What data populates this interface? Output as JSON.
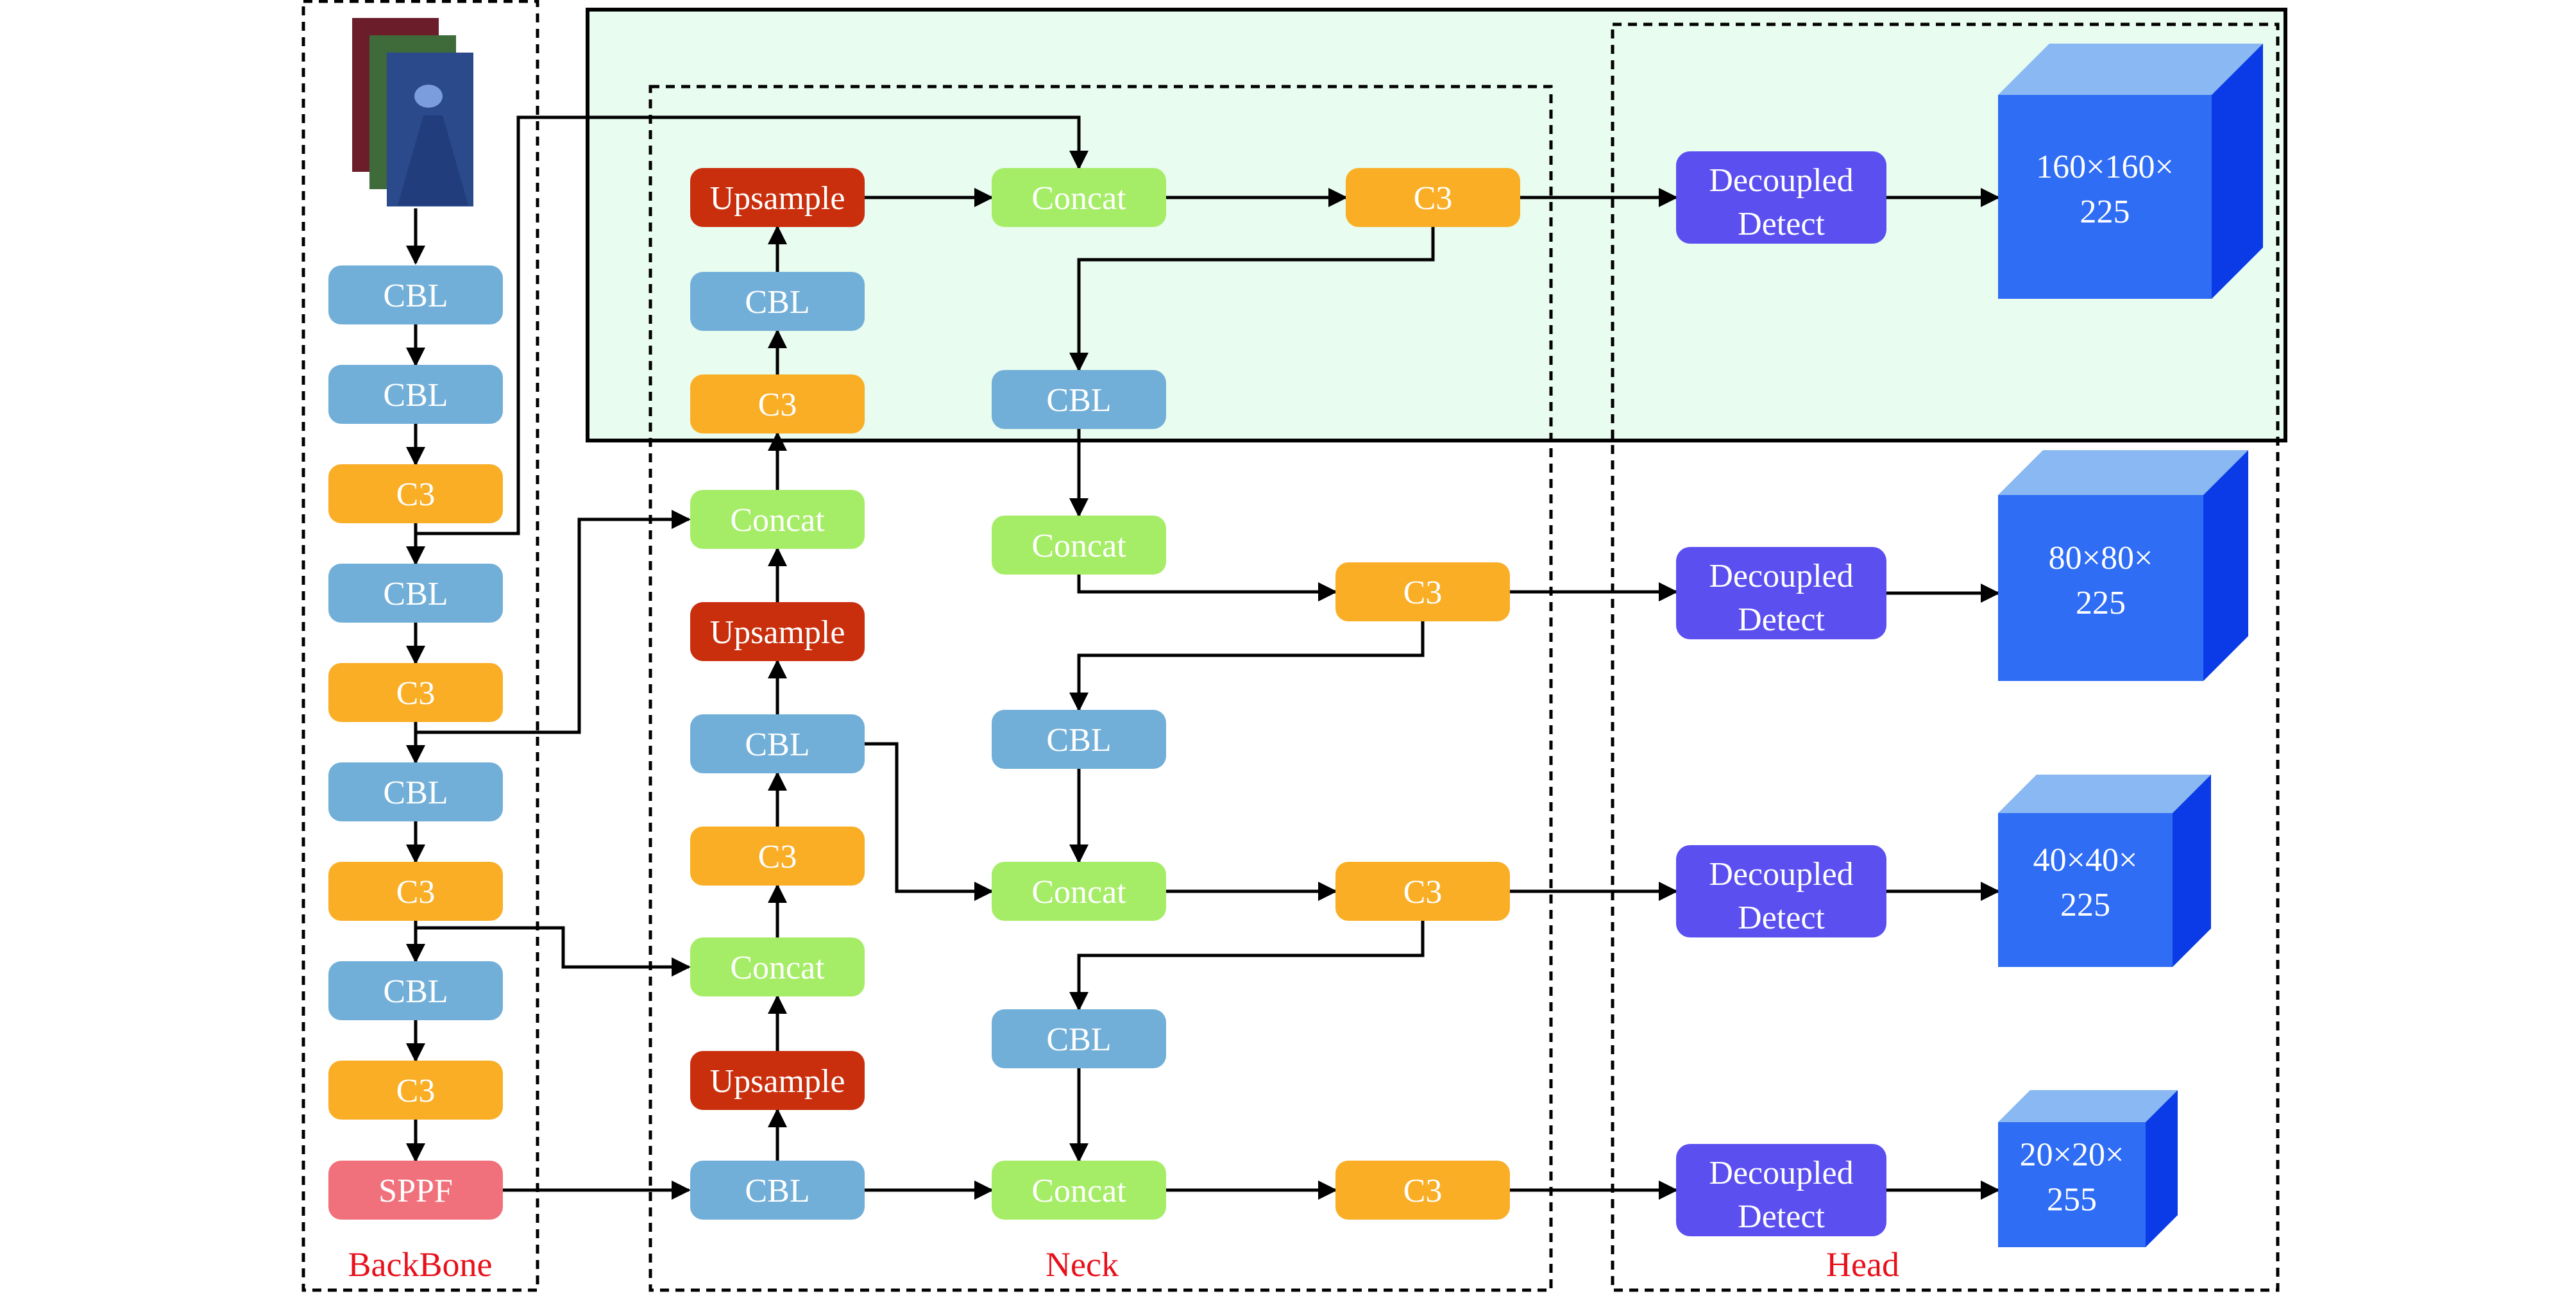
{
  "sections": {
    "backbone": "BackBone",
    "neck": "Neck",
    "head": "Head"
  },
  "colors": {
    "cbl": "#72afd8",
    "c3": "#f9ae26",
    "concat": "#a6ed67",
    "upsample": "#c92f0d",
    "sppf": "#f0717b",
    "detect": "#5b4ff0",
    "highlight_fill": "#e8fcef",
    "section_label": "#e8101a"
  },
  "backbone": {
    "blocks": [
      "CBL",
      "CBL",
      "C3",
      "CBL",
      "C3",
      "CBL",
      "C3",
      "CBL",
      "C3",
      "SPPF"
    ]
  },
  "neck": {
    "column1": [
      "Upsample",
      "CBL",
      "C3",
      "Concat",
      "Upsample",
      "CBL",
      "C3",
      "Concat",
      "Upsample",
      "CBL"
    ],
    "column2": [
      "Concat",
      "CBL",
      "Concat",
      "CBL",
      "Concat",
      "CBL",
      "Concat"
    ],
    "column3": [
      "C3",
      "C3",
      "C3",
      "C3"
    ]
  },
  "head": {
    "detect_label_line1": "Decoupled",
    "detect_label_line2": "Detect",
    "outputs": [
      {
        "line1": "160×160×",
        "line2": "225"
      },
      {
        "line1": "80×80×",
        "line2": "225"
      },
      {
        "line1": "40×40×",
        "line2": "225"
      },
      {
        "line1": "20×20×",
        "line2": "255"
      }
    ]
  }
}
